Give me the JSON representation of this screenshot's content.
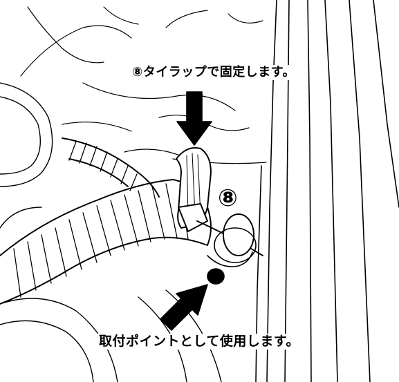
{
  "figure": {
    "callout_top": "⑧タイラップで固定します。",
    "callout_bottom": "取付ポイントとして使用します。",
    "part_marker": "⑧"
  }
}
